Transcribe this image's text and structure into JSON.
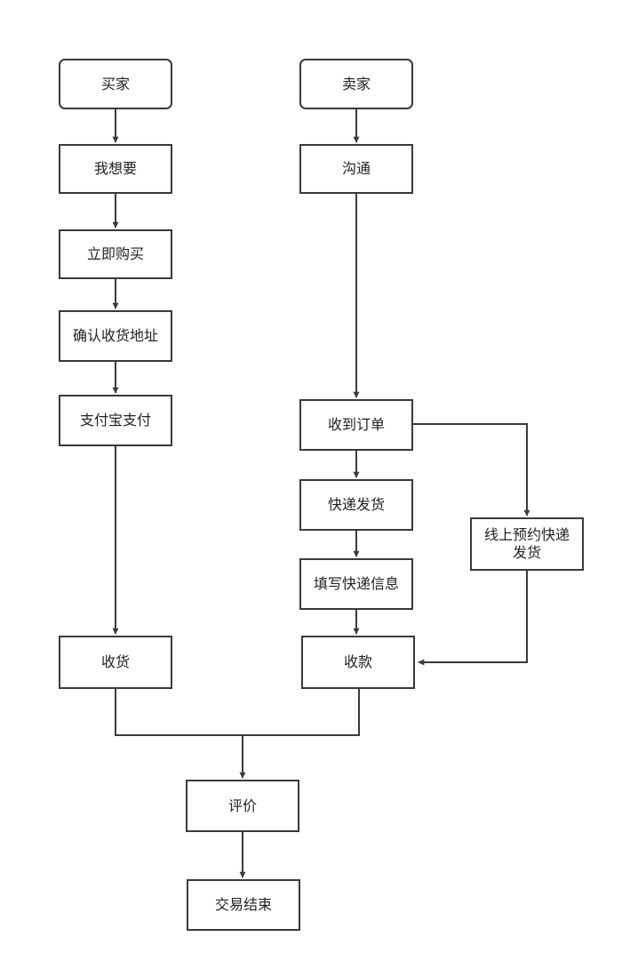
{
  "diagram": {
    "type": "flowchart",
    "nodes": {
      "buyer": "买家",
      "want": "我想要",
      "buy_now": "立即购买",
      "confirm_address": "确认收货地址",
      "alipay": "支付宝支付",
      "receive_goods": "收货",
      "seller": "卖家",
      "communicate": "沟通",
      "receive_order": "收到订单",
      "express_ship": "快递发货",
      "fill_express_info": "填写快递信息",
      "online_booking": "线上预约快递发货",
      "receive_payment": "收款",
      "review": "评价",
      "trade_end": "交易结束"
    },
    "edges": [
      [
        "buyer",
        "want"
      ],
      [
        "want",
        "buy_now"
      ],
      [
        "buy_now",
        "confirm_address"
      ],
      [
        "confirm_address",
        "alipay"
      ],
      [
        "alipay",
        "receive_goods"
      ],
      [
        "seller",
        "communicate"
      ],
      [
        "communicate",
        "receive_order"
      ],
      [
        "receive_order",
        "express_ship"
      ],
      [
        "receive_order",
        "online_booking"
      ],
      [
        "express_ship",
        "fill_express_info"
      ],
      [
        "fill_express_info",
        "receive_payment"
      ],
      [
        "online_booking",
        "receive_payment"
      ],
      [
        "receive_goods",
        "review"
      ],
      [
        "receive_payment",
        "review"
      ],
      [
        "review",
        "trade_end"
      ]
    ],
    "colors": {
      "line": "#3a3a3a",
      "box_border": "#3a3a3a",
      "text": "#222222"
    }
  }
}
